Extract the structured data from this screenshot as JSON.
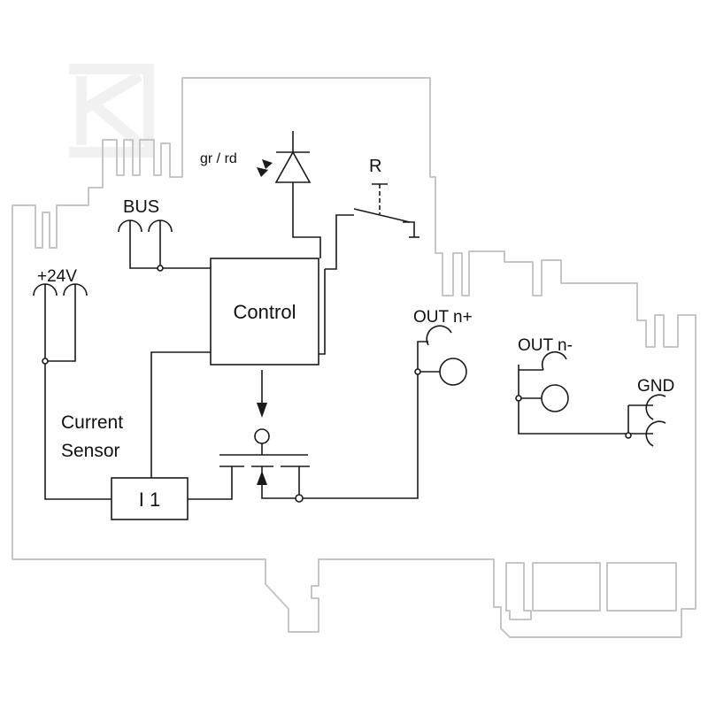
{
  "labels": {
    "led": "gr  / rd",
    "relay": "R",
    "bus": "BUS",
    "supply": "+24V",
    "control": "Control",
    "out_pos": "OUT n+",
    "out_neg": "OUT n-",
    "gnd": "GND",
    "sensor_line1": "Current",
    "sensor_line2": "Sensor",
    "sensor_box": "I 1"
  },
  "colors": {
    "housing": "#c6c6c6",
    "watermark": "#f1f1f1",
    "wiring": "#1a1a1a"
  }
}
